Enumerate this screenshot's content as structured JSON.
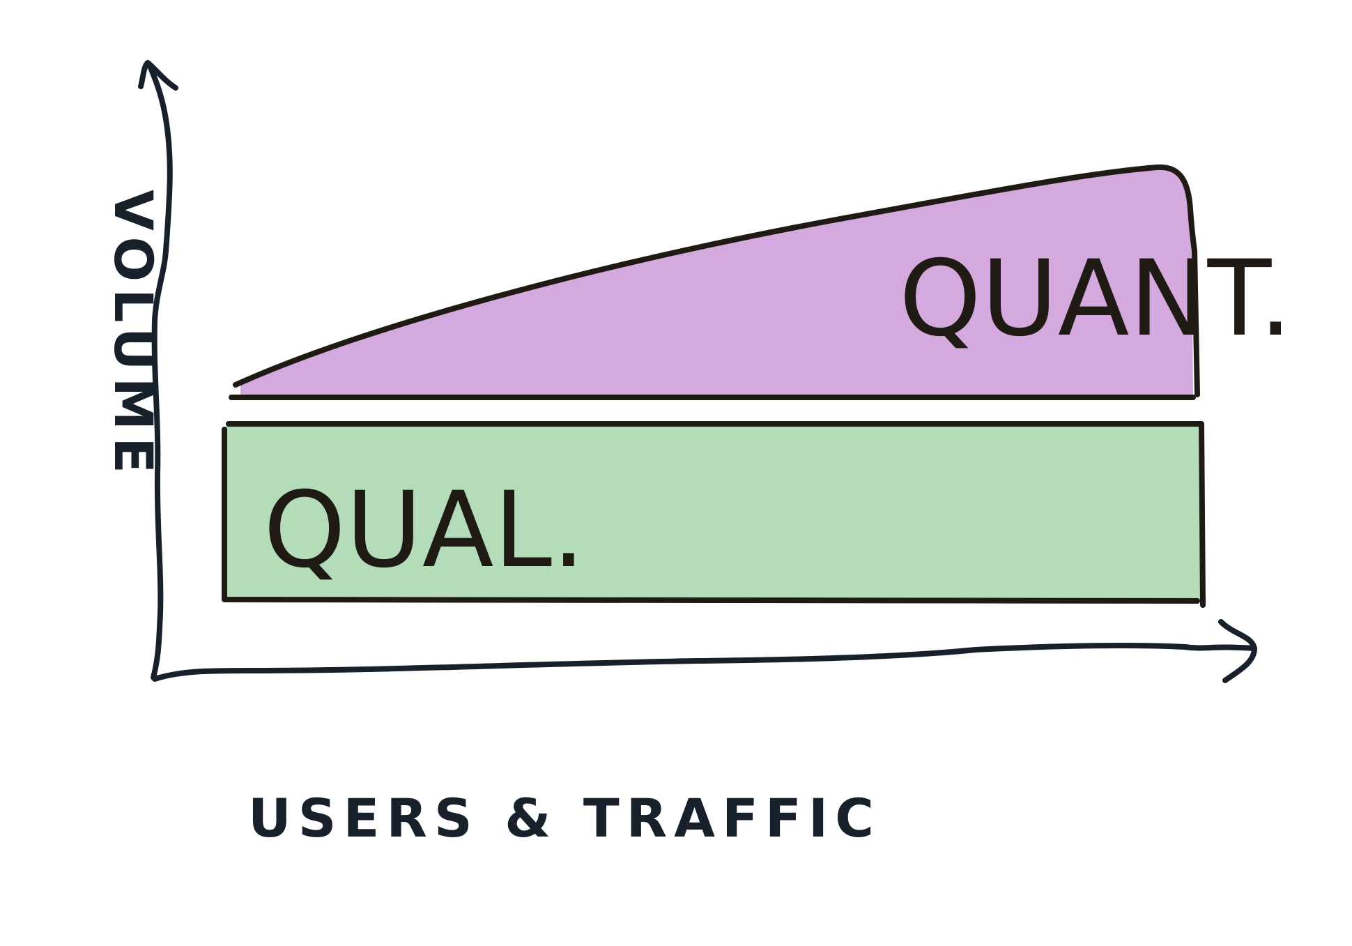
{
  "diagram": {
    "axes": {
      "x_label": "USERS & TRAFFIC",
      "y_label": "VOLUME"
    },
    "bands": [
      {
        "label": "QUANT.",
        "fill": "#d3a9de"
      },
      {
        "label": "QUAL.",
        "fill": "#b4dcb9"
      }
    ],
    "stroke_color": "#1f1a14",
    "axis_color": "#17202b"
  }
}
